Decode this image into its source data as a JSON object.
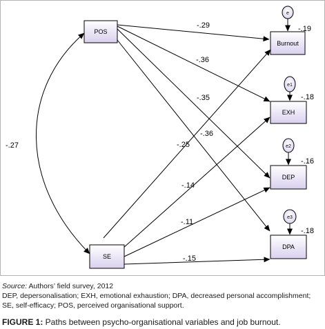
{
  "nodes": {
    "pos": "POS",
    "se": "SE",
    "burnout": "Burnout",
    "exh": "EXH",
    "dep": "DEP",
    "dpa": "DPA"
  },
  "errors": {
    "burnout": "e",
    "exh": "e1",
    "dep": "e2",
    "dpa": "e3"
  },
  "variance_labels": {
    "burnout": "-.19",
    "exh": "-.18",
    "dep": "-.16",
    "dpa": "-.18"
  },
  "paths": {
    "pos_burnout": "-.29",
    "pos_exh": "-.36",
    "pos_dep": "-.35",
    "pos_dpa": "-.36",
    "se_burnout": "-.25",
    "se_exh": "-.14",
    "se_dep": "-.11",
    "se_dpa": "-.15",
    "pos_se": "-.27"
  },
  "caption": {
    "source_label": "Source:",
    "source_text": " Authors’ field survey, 2012",
    "abbreviations": "DEP, depersonalisation; EXH, emotional exhaustion; DPA, decreased personal accomplishment; SE, self-efficacy; POS, perceived organisational support.",
    "figure_label": "FIGURE 1:",
    "figure_text": " Paths between psycho-organisational variables and job burnout."
  },
  "colors": {
    "box_fill_top": "#ffffff",
    "box_fill_bottom": "#d9d0ee",
    "line": "#000000",
    "frame": "#b3b3b3"
  }
}
